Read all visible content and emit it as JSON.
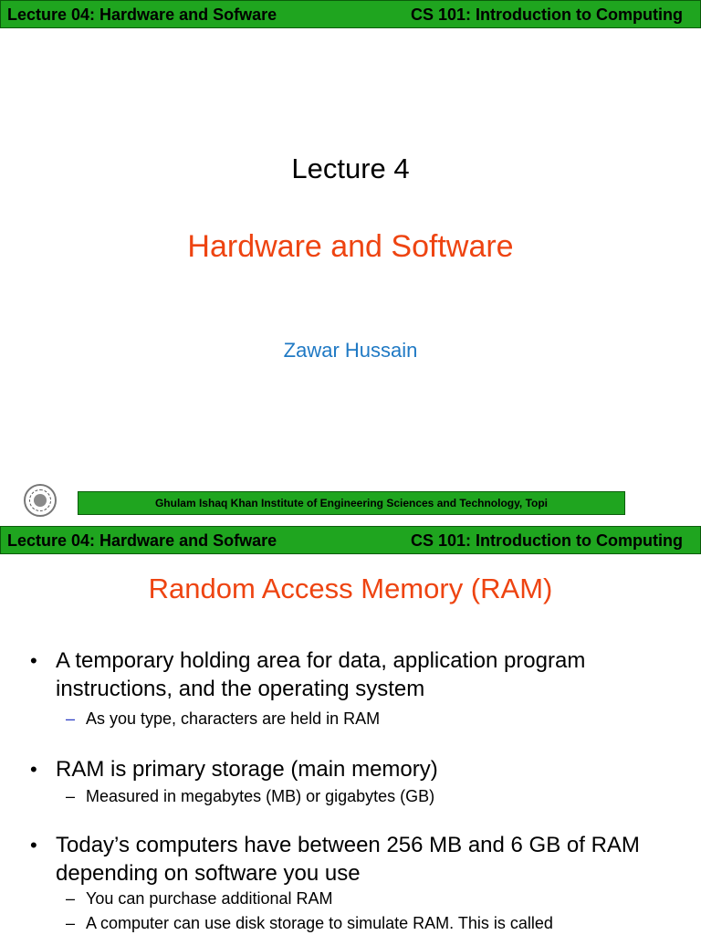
{
  "slide1": {
    "header_left": "Lecture 04: Hardware and Sofware",
    "header_right": "CS 101: Introduction to Computing",
    "lecture_number": "Lecture 4",
    "title": "Hardware and Software",
    "author": "Zawar Hussain",
    "footer": "Ghulam Ishaq Khan Institute of Engineering Sciences and Technology, Topi"
  },
  "slide2": {
    "header_left": "Lecture 04: Hardware and Sofware",
    "header_right": "CS 101: Introduction to Computing",
    "title": "Random Access Memory (RAM)",
    "bullets": [
      {
        "text": "A temporary holding area for data, application program instructions, and the operating system",
        "subs": [
          "As you type, characters are held in RAM"
        ]
      },
      {
        "text": "RAM is primary storage (main memory)",
        "subs": [
          "Measured in megabytes (MB) or gigabytes (GB)"
        ]
      },
      {
        "text": "Today’s computers have between 256 MB and 6 GB of RAM depending on software you use",
        "subs": [
          "You can purchase additional RAM",
          "A computer can use disk storage to simulate RAM. This is called"
        ]
      }
    ]
  },
  "colors": {
    "header_green": "#1fa51f",
    "title_orange": "#ee4411",
    "author_blue": "#1f79c4",
    "dash_blue": "#2a3bc4"
  },
  "icons": {
    "seal": "institute-seal-icon"
  }
}
